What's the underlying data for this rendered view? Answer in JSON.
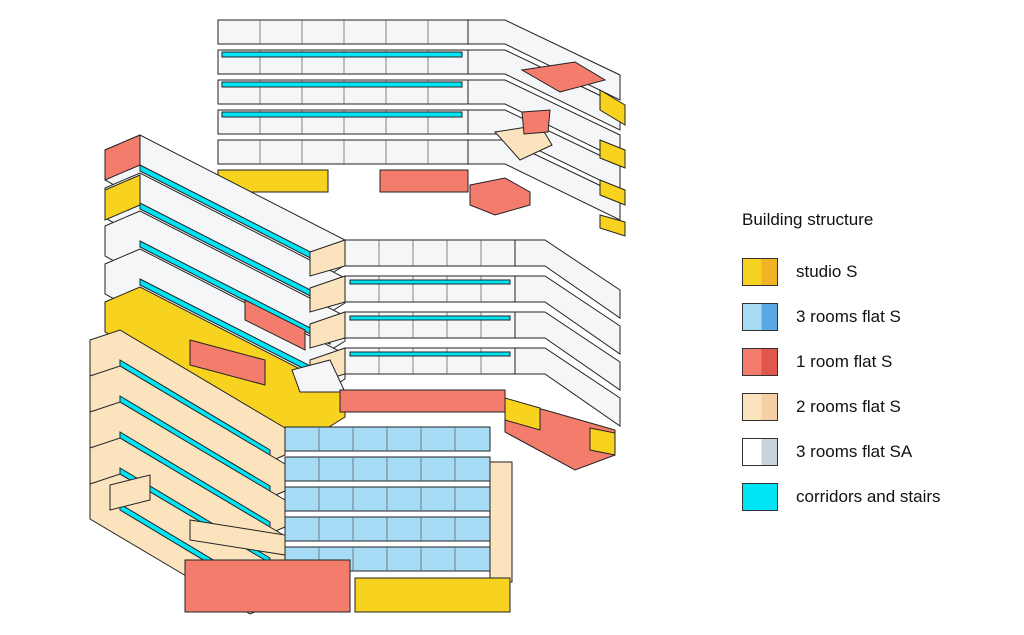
{
  "legend": {
    "title": "Building structure",
    "items": [
      {
        "label": "studio S",
        "color": "#f7d21e",
        "shade": "#f0b323"
      },
      {
        "label": "3 rooms flat S",
        "color": "#a6dcf5",
        "shade": "#5aa7e6"
      },
      {
        "label": "1 room flat S",
        "color": "#f37c6c",
        "shade": "#e2574c"
      },
      {
        "label": "2 rooms flat S",
        "color": "#fbe3bd",
        "shade": "#f7cfa5"
      },
      {
        "label": "3 rooms flat SA",
        "color": "#ffffff",
        "shade": "#c7d2da"
      },
      {
        "label": "corridors and stairs",
        "color": "#00e5f5",
        "shade": "#00e5f5"
      }
    ]
  }
}
